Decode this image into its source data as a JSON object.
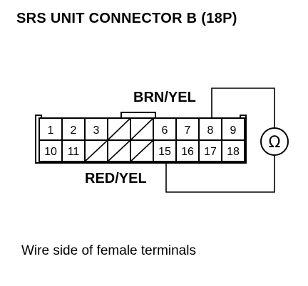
{
  "title": "SRS UNIT CONNECTOR B (18P)",
  "wires": {
    "top": "BRN/YEL",
    "bottom": "RED/YEL"
  },
  "meter": {
    "symbol": "Ω",
    "icon": "ohmmeter-icon"
  },
  "terminals": {
    "row1": [
      "1",
      "2",
      "3",
      "",
      "",
      "6",
      "7",
      "8",
      "9"
    ],
    "row2": [
      "10",
      "11",
      "",
      "",
      "",
      "15",
      "16",
      "17",
      "18"
    ]
  },
  "caption": "Wire side of female terminals"
}
